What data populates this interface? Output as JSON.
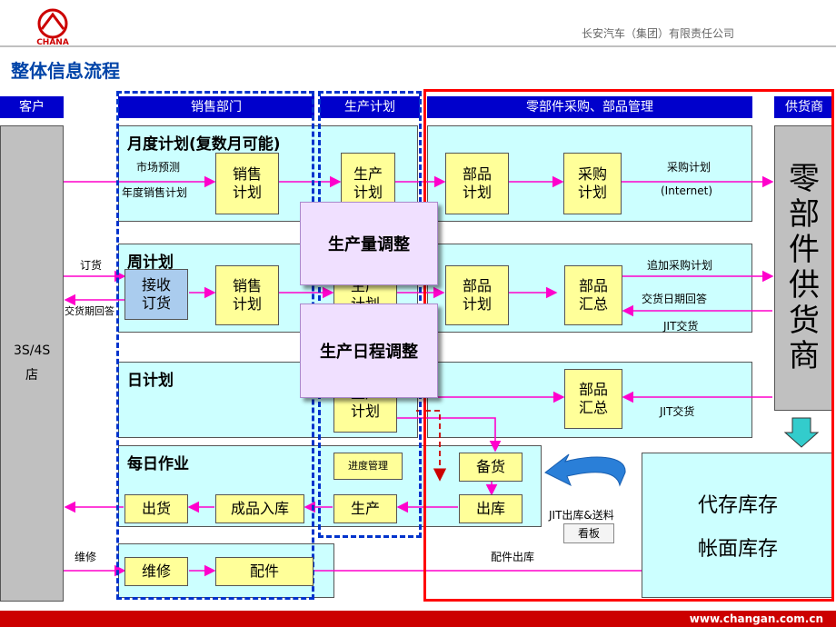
{
  "header": {
    "logo_text": "CHANA",
    "company": "长安汽车（集团）有限责任公司",
    "page_title": "整体信息流程"
  },
  "columns": {
    "customer": "客户",
    "sales": "销售部门",
    "production": "生产计划",
    "parts": "零部件采购、部品管理",
    "supplier": "供货商"
  },
  "customer_box": "3S/4S店",
  "supplier_box": "零部件供货商",
  "sections": {
    "monthly": "月度计划(复数月可能)",
    "weekly": "周计划",
    "daily": "日计划",
    "daily_ops": "每日作业"
  },
  "labels": {
    "market_forecast": "市场预测",
    "annual_sales_plan": "年度销售计划",
    "purchase_plan": "采购计划",
    "internet": "(Internet)",
    "order": "订货",
    "delivery_reply": "交货期回答",
    "additional_purchase": "追加采购计划",
    "delivery_date_reply": "交货日期回答",
    "jit_delivery_1": "JIT交货",
    "jit_delivery_2": "JIT交货",
    "jit_outbound": "JIT出库&送料",
    "kanban": "看板",
    "repair": "维修",
    "parts_outbound": "配件出库"
  },
  "boxes": {
    "sales_plan_1": "销售计划",
    "prod_plan_1": "生产计划",
    "parts_plan_1": "部品计划",
    "purchase_plan": "采购计划",
    "receive_order": "接收订货",
    "sales_plan_2": "销售计划",
    "prod_plan_2": "生产计划",
    "parts_plan_2": "部品计划",
    "parts_summary_1": "部品汇总",
    "prod_plan_3": "生产计划",
    "parts_summary_2": "部品汇总",
    "progress_mgmt": "进度管理",
    "stock_prep": "备货",
    "outbound": "出库",
    "shipping": "出货",
    "finished_goods_in": "成品入库",
    "production": "生产",
    "repair_box": "维修",
    "spare_parts": "配件"
  },
  "overlays": {
    "volume_adjust": "生产量调整",
    "schedule_adjust": "生产日程调整"
  },
  "warehouse": {
    "line1": "代存库存",
    "line2": "帐面库存"
  },
  "footer": {
    "url": "www.changan.com.cn"
  }
}
